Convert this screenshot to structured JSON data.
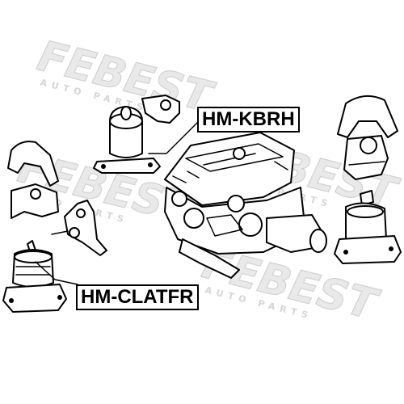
{
  "watermark": {
    "brand": "FEBEST",
    "tagline": "AUTO PARTS"
  },
  "labels": {
    "upper_part_number": "HM-KBRH",
    "lower_part_number": "HM-CLATFR"
  },
  "colors": {
    "line": "#000000",
    "background": "#ffffff",
    "watermark": "#e9e9e9"
  }
}
